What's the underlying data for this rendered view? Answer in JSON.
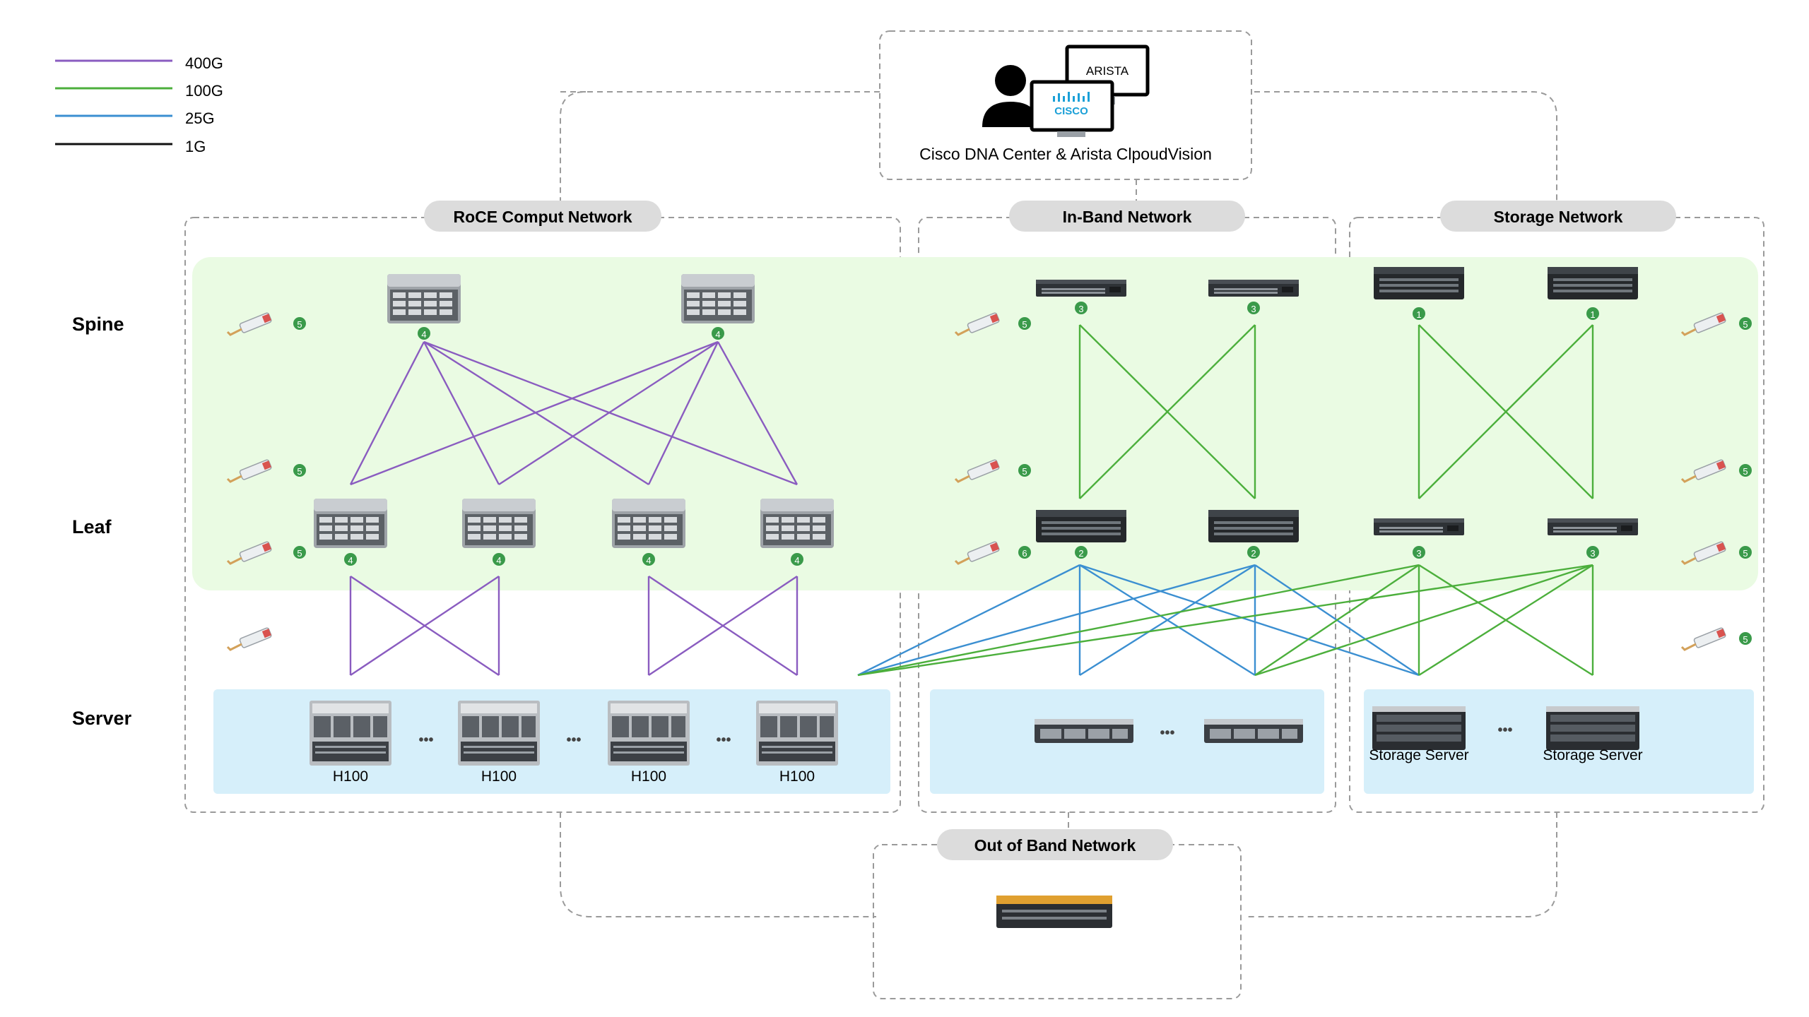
{
  "legend": [
    {
      "label": "400G",
      "color": "#8a5cc0"
    },
    {
      "label": "100G",
      "color": "#4caf3c"
    },
    {
      "label": "25G",
      "color": "#3b8fd1"
    },
    {
      "label": "1G",
      "color": "#111111"
    }
  ],
  "management": {
    "title": "Cisco DNA Center & Arista ClpoudVision",
    "arista_logo": "ARISTA",
    "cisco_logo": "CISCO"
  },
  "networks": {
    "roce": "RoCE Comput Network",
    "inband": "In-Band Network",
    "storage": "Storage Network",
    "oob": "Out of Band Network"
  },
  "layers": {
    "spine": "Spine",
    "leaf": "Leaf",
    "server": "Server"
  },
  "servers": {
    "gpu_label": "H100",
    "storage_label": "Storage Server",
    "ellipsis": "•••"
  },
  "badges": {
    "roce_spine": "4",
    "roce_leaf": "4",
    "inband_spine": "3",
    "inband_leaf": "2",
    "storage_spine": "1",
    "storage_leaf": "3",
    "module_a": "5",
    "module_b": "6"
  },
  "colors": {
    "green_zone": "#eafbe3",
    "blue_zone": "#d6effa",
    "pill": "#dcdcdc",
    "badge": "#3a9a4a",
    "dash": "#9a9a9a"
  }
}
